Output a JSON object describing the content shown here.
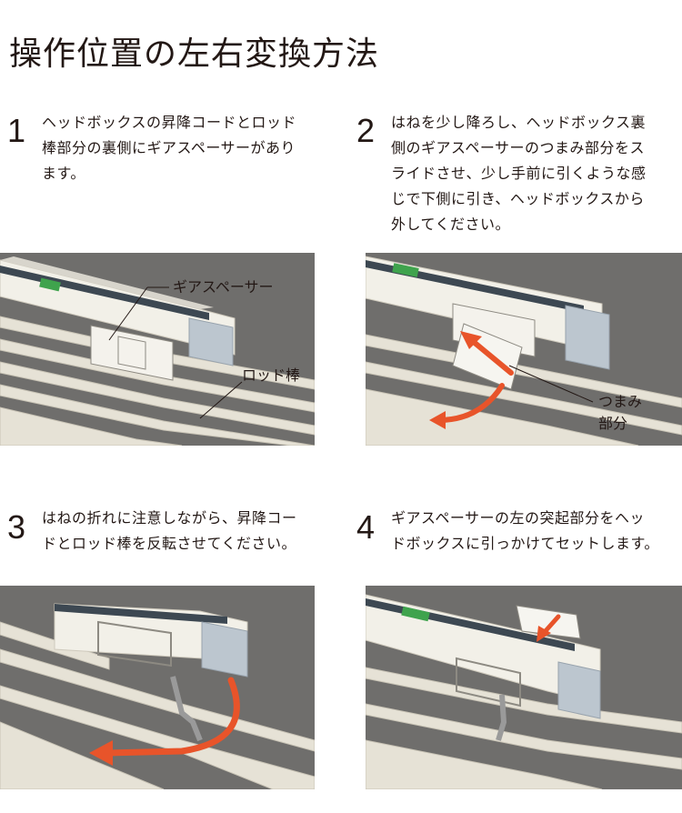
{
  "title": "操作位置の左右変換方法",
  "steps": [
    {
      "number": "1",
      "lines": [
        "ヘッドボックスの昇降コードとロッド",
        "棒部分の裏側にギアスペーサーがあり",
        "ます。"
      ]
    },
    {
      "number": "2",
      "lines": [
        "はねを少し降ろし、ヘッドボックス裏",
        "側のギアスペーサーのつまみ部分をス",
        "ライドさせ、少し手前に引くような感",
        "じで下側に引き、ヘッドボックスから",
        "外してください。"
      ]
    },
    {
      "number": "3",
      "lines": [
        "はねの折れに注意しながら、昇降コー",
        "ドとロッド棒を反転させてください。"
      ]
    },
    {
      "number": "4",
      "lines": [
        "ギアスペーサーの左の突起部分をヘッ",
        "ドボックスに引っかけてセットします。"
      ]
    }
  ],
  "labels": {
    "gear_spacer": "ギアスペーサー",
    "rod": "ロッド棒",
    "knob_line1": "つまみ",
    "knob_line2": "部分"
  },
  "colors": {
    "arrow": "#e8542a",
    "background_photo": "#6e6d6c",
    "blind_slat": "#e9e6dc",
    "headbox": "#f1efe6",
    "rail_dark": "#3b4650",
    "end_cap": "#b9c3cc",
    "text": "#231815"
  }
}
